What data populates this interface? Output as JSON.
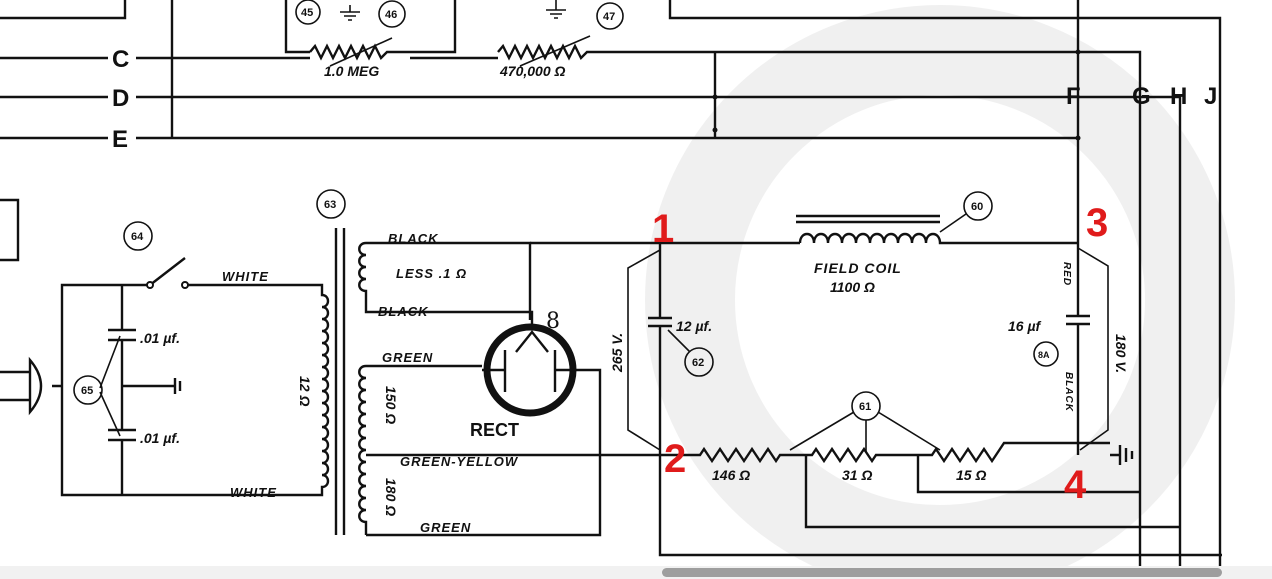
{
  "bus_labels": {
    "C": "C",
    "D": "D",
    "E": "E",
    "F": "F",
    "G": "G",
    "H": "H",
    "J": "J"
  },
  "callouts": {
    "c45": "45",
    "c46": "46",
    "c47": "47",
    "c60": "60",
    "c61": "61",
    "c62": "62",
    "c63": "63",
    "c64": "64",
    "c65": "65",
    "c8a": "8A"
  },
  "components": {
    "pot_46_value": "1.0 MEG",
    "pot_47_value": "470,000 Ω",
    "field_coil_label": "FIELD COIL",
    "field_coil_value": "1100 Ω",
    "cap_12": "12 µf.",
    "cap_16": "16 µf",
    "cap_01_top": ".01 µf.",
    "cap_01_bottom": ".01 µf.",
    "transformer_primary": "12 Ω",
    "wire_black_top": "BLACK",
    "wire_less": "LESS .1 Ω",
    "wire_black_2": "BLACK",
    "wire_green_top": "GREEN",
    "wire_150": "150 Ω",
    "wire_green_yellow": "GREEN-YELLOW",
    "wire_180": "180 Ω",
    "wire_green_bottom": "GREEN",
    "wire_white_top": "WHITE",
    "wire_white_bottom": "WHITE",
    "rectifier": "RECT",
    "tube_number": "8",
    "voltage_265": "265 V.",
    "voltage_180": "180 V.",
    "red_lead": "RED",
    "black_lead": "BLACK",
    "res_146": "146 Ω",
    "res_31": "31 Ω",
    "res_15": "15 Ω"
  },
  "annotations": {
    "n1": "1",
    "n2": "2",
    "n3": "3",
    "n4": "4"
  },
  "colors": {
    "ink": "#111111",
    "annotation": "#e01b1b"
  }
}
